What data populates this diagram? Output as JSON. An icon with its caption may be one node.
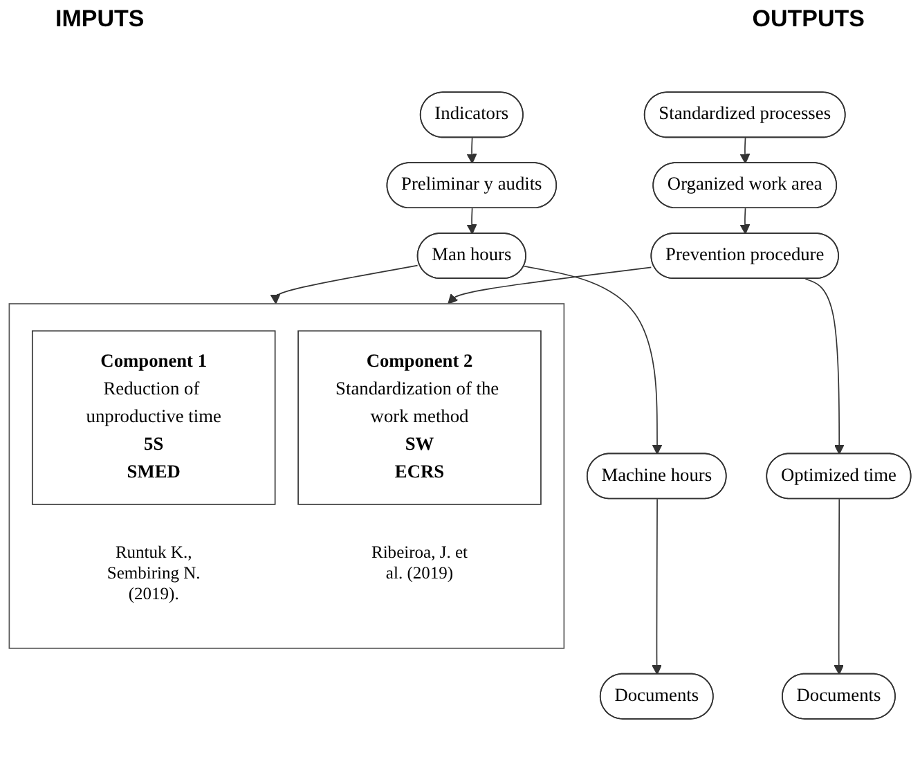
{
  "diagram": {
    "nodes": [
      {
        "text": [
          "Indicators"
        ]
      },
      {
        "text": [
          "Preliminar y audits"
        ]
      },
      {
        "text": [
          "Man hours"
        ]
      },
      {
        "text": [
          "Machine hours"
        ]
      },
      {
        "text": [
          "Documents"
        ]
      },
      {
        "text": [],
        "shape": "box"
      },
      {
        "text": [
          "Component 1",
          "Reduction of unproductive time",
          "5S",
          "SMED"
        ],
        "in": 5,
        "beside": [
          "Runtuk K., Sembiring N. (2019)."
        ]
      },
      {
        "text": [
          "Component 2",
          "Standardization of the work method",
          "SW",
          "ECRS"
        ],
        "in": 5,
        "beside": [
          "Ribeiroa, J. et al. (2019)"
        ]
      },
      {
        "text": [
          "Standardized processes"
        ]
      },
      {
        "text": [
          "Organized work area"
        ]
      },
      {
        "text": [
          "Prevention procedure"
        ]
      },
      {
        "text": [
          "Optimized time"
        ]
      },
      {
        "text": [
          "Documents"
        ]
      }
    ],
    "edges": [
      {
        "from": 0,
        "to": 1,
        "arrow": "to"
      },
      {
        "from": 1,
        "to": 2,
        "arrow": "to"
      },
      {
        "from": 2,
        "to": 3,
        "arrow": "to"
      },
      {
        "from": 3,
        "to": 4,
        "arrow": "to"
      },
      {
        "from": 2,
        "to": 5,
        "arrow": "to"
      },
      {
        "from": 8,
        "to": 9,
        "arrow": "to"
      },
      {
        "from": 9,
        "to": 10,
        "arrow": "to"
      },
      {
        "from": 10,
        "to": 11,
        "arrow": "to"
      },
      {
        "from": 11,
        "to": 12,
        "arrow": "to"
      },
      {
        "from": 10,
        "to": 5,
        "arrow": "to"
      }
    ],
    "labels": [
      "IMPUTS",
      "OUTPUTS"
    ]
  }
}
